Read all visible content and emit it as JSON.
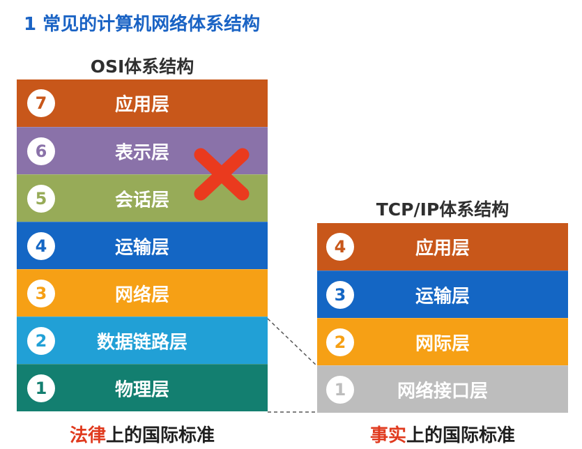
{
  "heading": "1 常见的计算机网络体系结构",
  "osi": {
    "title": "OSI体系结构",
    "layers": [
      {
        "num": "7",
        "name": "应用层",
        "color": "#c8571a"
      },
      {
        "num": "6",
        "name": "表示层",
        "color": "#8a72a9"
      },
      {
        "num": "5",
        "name": "会话层",
        "color": "#97ab58"
      },
      {
        "num": "4",
        "name": "运输层",
        "color": "#1466c4"
      },
      {
        "num": "3",
        "name": "网络层",
        "color": "#f6a015"
      },
      {
        "num": "2",
        "name": "数据链路层",
        "color": "#21a0d6"
      },
      {
        "num": "1",
        "name": "物理层",
        "color": "#137f70"
      }
    ],
    "caption_highlight": "法律",
    "caption_rest": "上的国际标准"
  },
  "tcpip": {
    "title": "TCP/IP体系结构",
    "layers": [
      {
        "num": "4",
        "name": "应用层",
        "color": "#c8571a"
      },
      {
        "num": "3",
        "name": "运输层",
        "color": "#1466c4"
      },
      {
        "num": "2",
        "name": "网际层",
        "color": "#f6a015"
      },
      {
        "num": "1",
        "name": "网络接口层",
        "color": "#bdbdbd"
      }
    ],
    "caption_highlight": "事实",
    "caption_rest": "上的国际标准"
  },
  "cross_mark": {
    "color": "#ea3a1e",
    "icon": "cross-mark-icon"
  },
  "connector_color": "#555555"
}
